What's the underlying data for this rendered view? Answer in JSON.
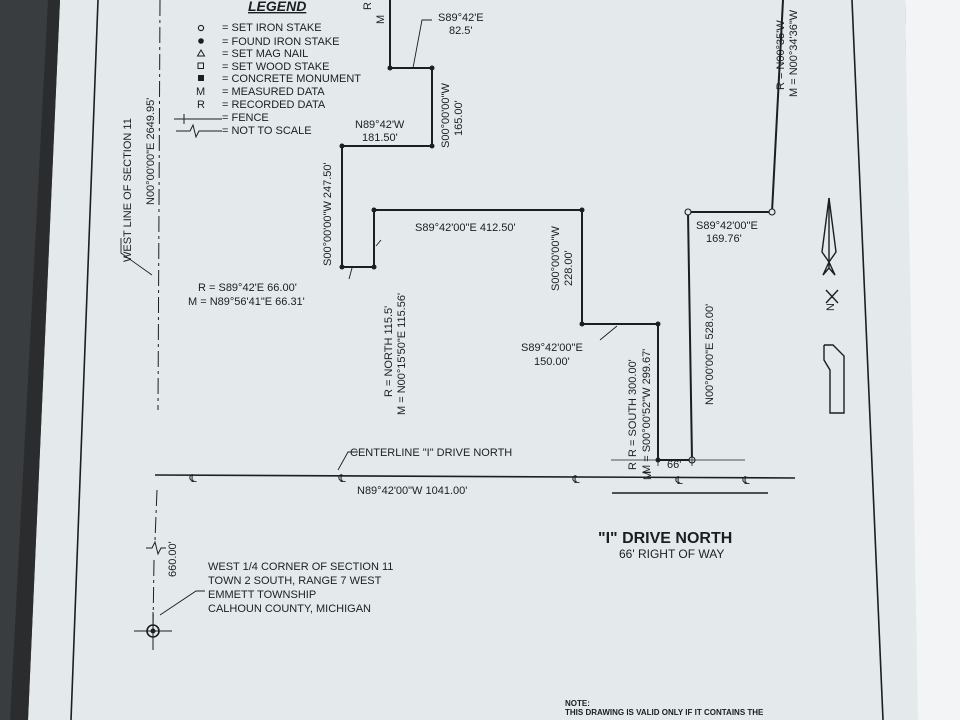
{
  "colors": {
    "paper": "#e4e9ec",
    "ink": "#1c1f22",
    "background": "#3a3d40",
    "page_edge": "#f2f4f5"
  },
  "legend": {
    "title": "LEGEND",
    "items": [
      {
        "symbol": "open-circle-icon",
        "label": "= SET IRON STAKE"
      },
      {
        "symbol": "filled-circle-icon",
        "label": "= FOUND IRON STAKE"
      },
      {
        "symbol": "triangle-icon",
        "label": "= SET MAG NAIL"
      },
      {
        "symbol": "open-square-icon",
        "label": "= SET WOOD STAKE"
      },
      {
        "symbol": "filled-square-icon",
        "label": "= CONCRETE MONUMENT"
      },
      {
        "symbol": "letter-m-icon",
        "glyph": "M",
        "label": "= MEASURED DATA"
      },
      {
        "symbol": "letter-r-icon",
        "glyph": "R",
        "label": "= RECORDED DATA"
      },
      {
        "symbol": "fence-icon",
        "label": "= FENCE"
      },
      {
        "symbol": "break-line-icon",
        "label": "= NOT TO SCALE"
      }
    ]
  },
  "labels": {
    "top_r_fragment": "R",
    "top_m_fragment": "M",
    "top_bearing": "S89°42'E",
    "top_distance": "82.5'",
    "right_r": "R = N00°35'W",
    "right_m": "M = N00°34'36\"W",
    "line1_bearing": "N89°42'W",
    "line1_distance": "181.50'",
    "line2_bearing": "S00°00'00\"W",
    "line2_distance": "165.00'",
    "line3": "S00°00'00\"W 247.50'",
    "line4": "S89°42'00\"E 412.50'",
    "line5_bearing": "S89°42'00\"E",
    "line5_distance": "169.76'",
    "r_6600": "R = S89°42'E 66.00'",
    "m_6631": "M = N89°56'41\"E 66.31'",
    "r_north": "R = NORTH 115.5'",
    "m_north": "M = N00°15'50\"E 115.56'",
    "line6_bearing": "S00°00'00\"W",
    "line6_distance": "228.00'",
    "line7_bearing": "S89°42'00\"E",
    "line7_distance": "150.00'",
    "r_south": "R = SOUTH 300.00'",
    "m_south": "M = S00°00'52\"W 299.67'",
    "line8": "N00°00'00\"E 528.00'",
    "dim_66": "66'",
    "r_small": "R",
    "m_small": "M",
    "west_line": "WEST LINE OF SECTION 11",
    "west_bearing": "N00°00'00\"E 2649.95'",
    "centerline": "CENTERLINE \"I\" DRIVE NORTH",
    "centerline_bearing": "N89°42'00\"W 1041.00'",
    "centerline_marks": [
      "℄",
      "℄",
      "℄",
      "℄",
      "℄"
    ],
    "road_name": "\"I\" DRIVE NORTH",
    "road_row": "66' RIGHT OF WAY",
    "dist_660": "660.00'",
    "corner_1": "WEST 1/4 CORNER OF SECTION 11",
    "corner_2": "TOWN 2 SOUTH, RANGE 7 WEST",
    "corner_3": "EMMETT TOWNSHIP",
    "corner_4": "CALHOUN COUNTY, MICHIGAN",
    "north_letter": "N",
    "note_title": "NOTE:",
    "note_text": "THIS DRAWING IS VALID ONLY IF IT CONTAINS THE"
  }
}
